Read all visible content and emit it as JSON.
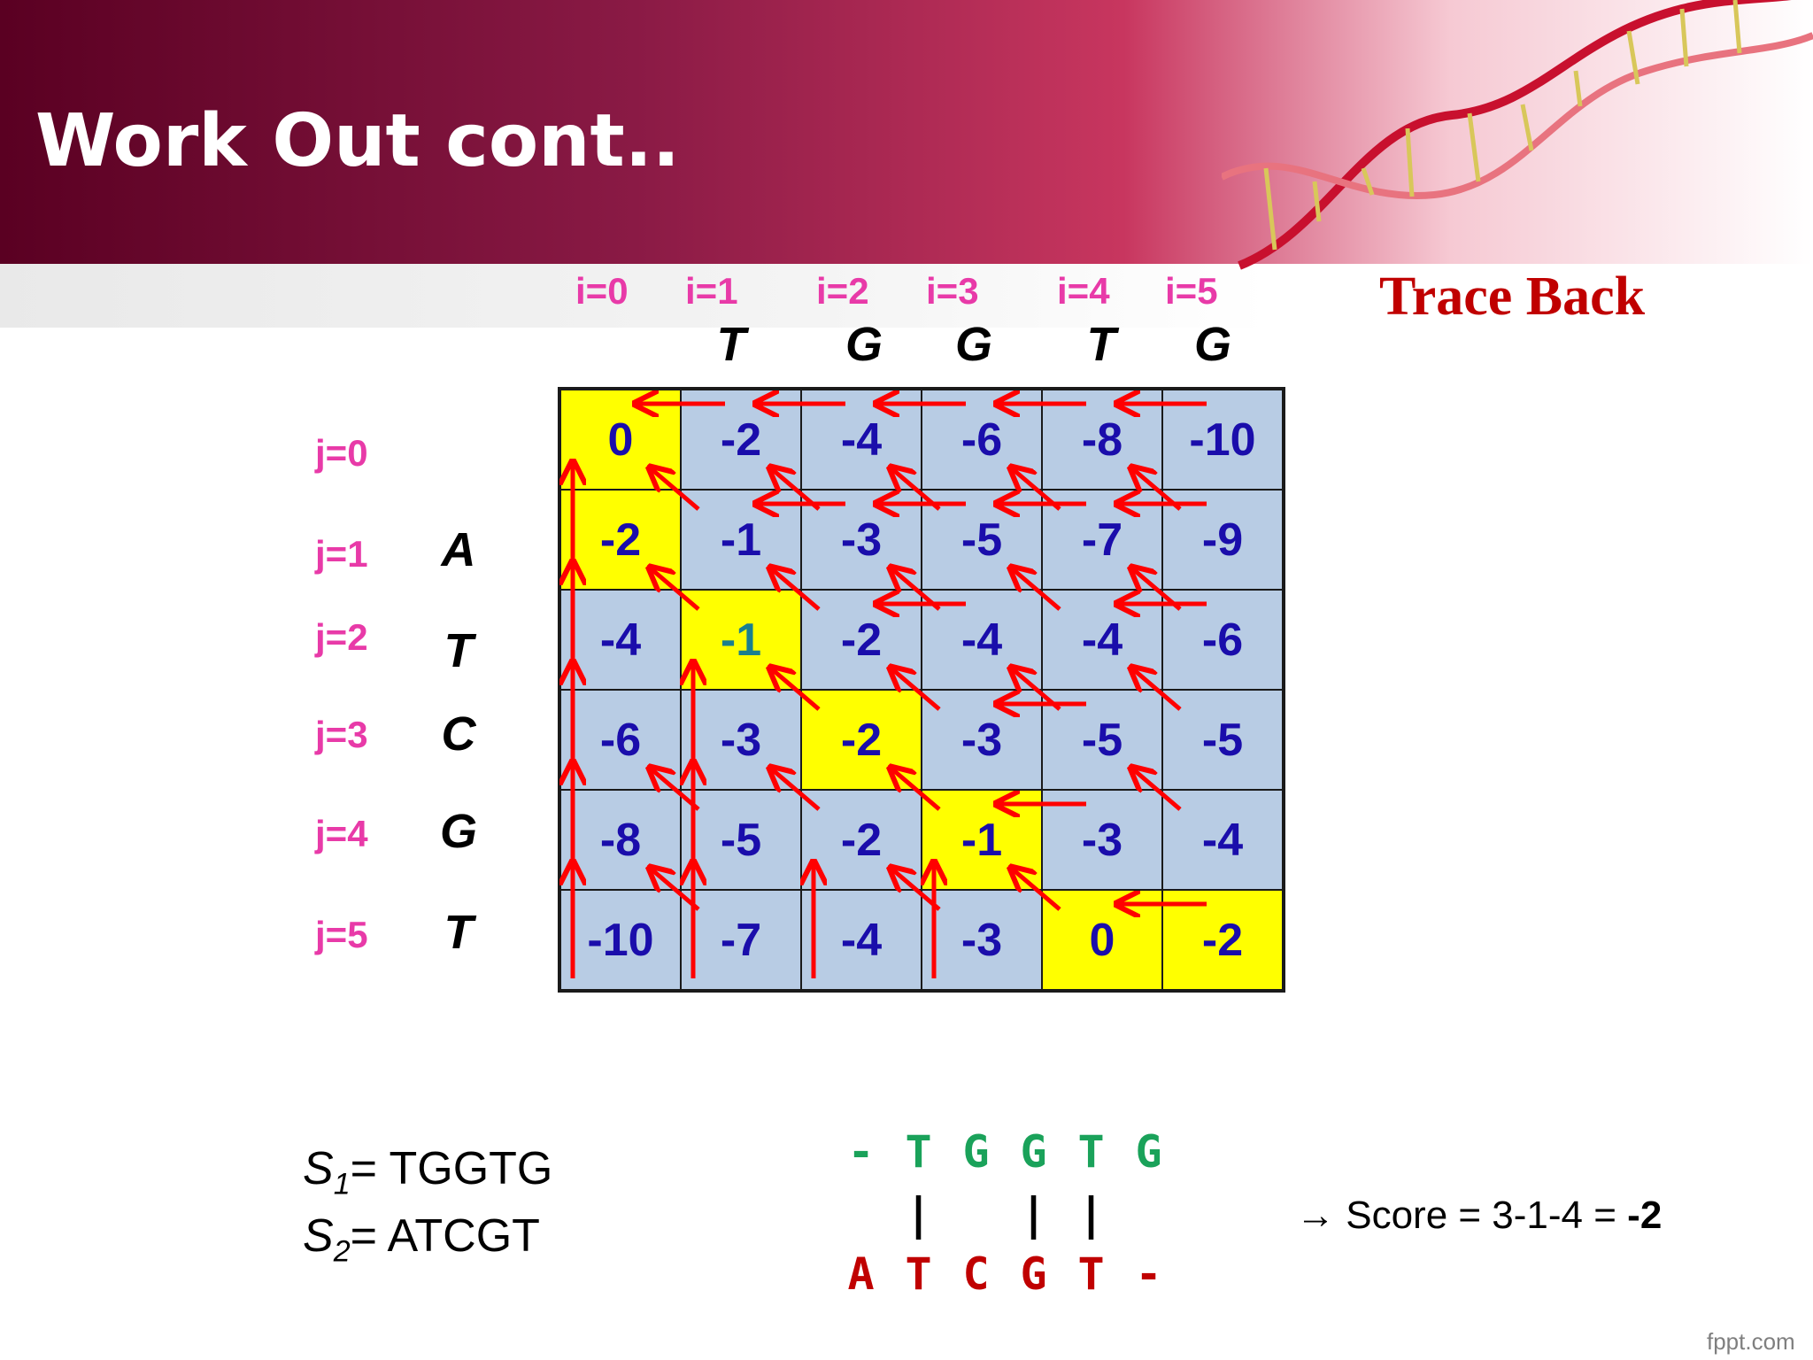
{
  "slide": {
    "title": "Work Out cont..",
    "subtitle": "Trace Back",
    "watermark": "fppt.com"
  },
  "column_index_labels": [
    "i=0",
    "i=1",
    "i=2",
    "i=3",
    "i=4",
    "i=5"
  ],
  "row_index_labels": [
    "j=0",
    "j=1",
    "j=2",
    "j=3",
    "j=4",
    "j=5"
  ],
  "column_letters": [
    "T",
    "G",
    "G",
    "T",
    "G"
  ],
  "row_letters": [
    "A",
    "T",
    "C",
    "G",
    "T"
  ],
  "matrix": [
    [
      "0",
      "-2",
      "-4",
      "-6",
      "-8",
      "-10"
    ],
    [
      "-2",
      "-1",
      "-3",
      "-5",
      "-7",
      "-9"
    ],
    [
      "-4",
      "-1",
      "-2",
      "-4",
      "-4",
      "-6"
    ],
    [
      "-6",
      "-3",
      "-2",
      "-3",
      "-5",
      "-5"
    ],
    [
      "-8",
      "-5",
      "-2",
      "-1",
      "-3",
      "-4"
    ],
    [
      "-10",
      "-7",
      "-4",
      "-3",
      "0",
      "-2"
    ]
  ],
  "trace_path_cells": [
    "r0c0",
    "r1c0",
    "r2c1",
    "r3c2",
    "r4c3",
    "r5c4",
    "r5c5"
  ],
  "sequences": {
    "s1_prefix": "S",
    "s1_sub": "1",
    "s1_value": "= TGGTG",
    "s2_prefix": "S",
    "s2_sub": "2",
    "s2_value": "=  ATCGT"
  },
  "alignment": {
    "top": [
      "-",
      "T",
      "G",
      "G",
      "T",
      "G"
    ],
    "match": [
      "",
      "|",
      "",
      "|",
      "|",
      ""
    ],
    "bottom": [
      "A",
      "T",
      "C",
      "G",
      "T",
      "-"
    ]
  },
  "score": {
    "text": "→ Score = 3-1-4 = ",
    "value": "-2"
  },
  "colors": {
    "index_label": "#e83aa8",
    "cell_fill": "#b8cce4",
    "path_fill": "#ffff00",
    "cell_text": "#1a0dab",
    "arrow": "#ff0000",
    "alignment_top": "#1aa25a",
    "alignment_bottom": "#c00000",
    "subtitle": "#c00000"
  },
  "arrows": {
    "left": [
      [
        0,
        1
      ],
      [
        0,
        2
      ],
      [
        0,
        3
      ],
      [
        0,
        4
      ],
      [
        0,
        5
      ],
      [
        1,
        2
      ],
      [
        1,
        3
      ],
      [
        1,
        4
      ],
      [
        1,
        5
      ],
      [
        2,
        3
      ],
      [
        2,
        5
      ],
      [
        3,
        4
      ],
      [
        4,
        4
      ],
      [
        5,
        5
      ]
    ],
    "up": [
      [
        1,
        0
      ],
      [
        2,
        0
      ],
      [
        3,
        0
      ],
      [
        4,
        0
      ],
      [
        5,
        0
      ],
      [
        3,
        1
      ],
      [
        4,
        1
      ],
      [
        5,
        1
      ],
      [
        5,
        2
      ],
      [
        5,
        3
      ]
    ],
    "diag": [
      [
        1,
        1
      ],
      [
        1,
        2
      ],
      [
        1,
        3
      ],
      [
        1,
        4
      ],
      [
        1,
        5
      ],
      [
        2,
        1
      ],
      [
        2,
        2
      ],
      [
        2,
        3
      ],
      [
        2,
        4
      ],
      [
        2,
        5
      ],
      [
        3,
        2
      ],
      [
        3,
        3
      ],
      [
        3,
        4
      ],
      [
        3,
        5
      ],
      [
        4,
        1
      ],
      [
        4,
        2
      ],
      [
        4,
        3
      ],
      [
        4,
        5
      ],
      [
        5,
        1
      ],
      [
        5,
        3
      ],
      [
        5,
        4
      ]
    ]
  }
}
